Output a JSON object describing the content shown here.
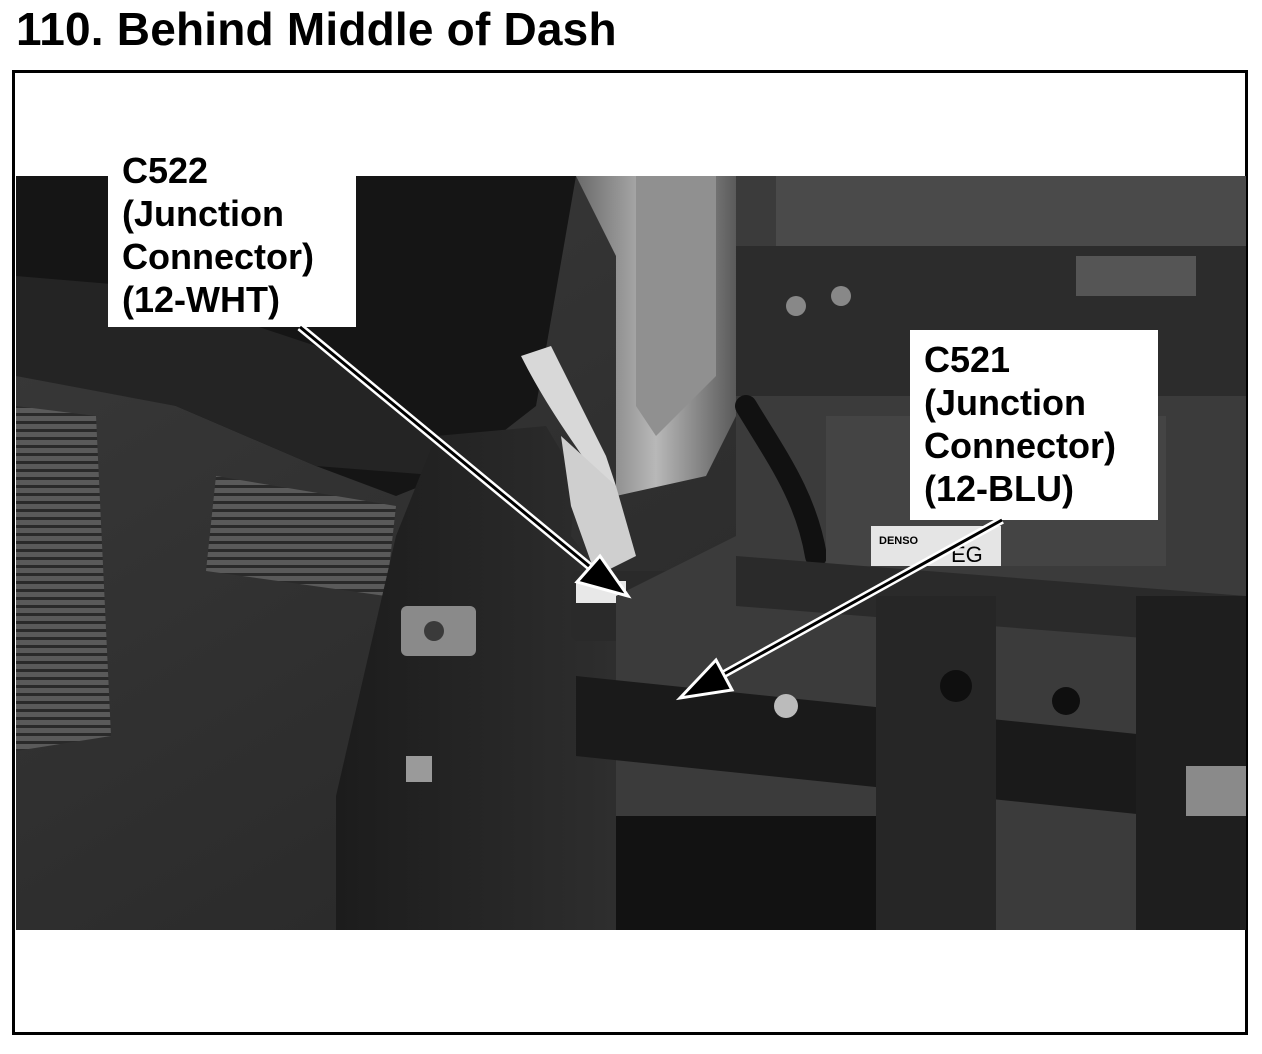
{
  "title": "110. Behind Middle of Dash",
  "callouts": [
    {
      "id": "C522",
      "lines": [
        "C522",
        "(Junction",
        "Connector)",
        "(12-WHT)"
      ]
    },
    {
      "id": "C521",
      "lines": [
        "C521",
        "(Junction",
        "Connector)",
        "(12-BLU)"
      ]
    }
  ],
  "photo": {
    "style": "grayscale",
    "subject": "under-dash",
    "printed_labels": [
      "DENSO",
      "EG"
    ]
  }
}
